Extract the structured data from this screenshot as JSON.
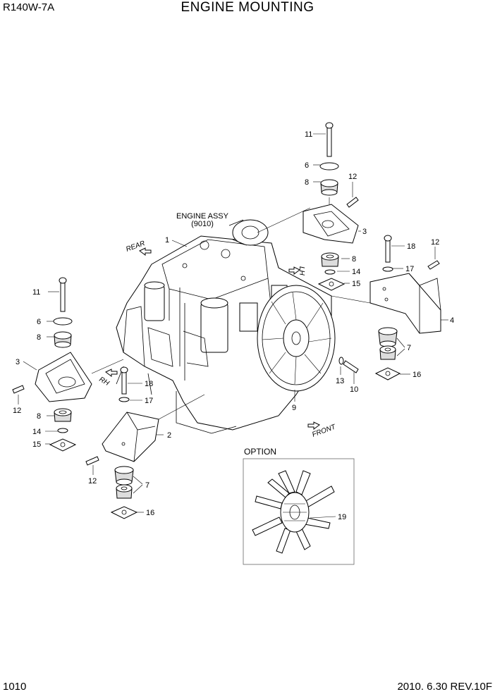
{
  "header": {
    "model": "R140W-7A",
    "title": "ENGINE MOUNTING"
  },
  "footer": {
    "page": "1010",
    "revision": "2010. 6.30  REV.10F"
  },
  "engine_label": {
    "line1": "ENGINE ASSY",
    "line2": "(9010)"
  },
  "directions": {
    "rear": "REAR",
    "lh": "LH",
    "rh": "RH",
    "front": "FRONT"
  },
  "option": {
    "label": "OPTION"
  },
  "callouts": {
    "c1": "1",
    "c2": "2",
    "c3a": "3",
    "c3b": "3",
    "c4": "4",
    "c6a": "6",
    "c6b": "6",
    "c7a": "7",
    "c7b": "7",
    "c8a": "8",
    "c8b": "8",
    "c8c": "8",
    "c8d": "8",
    "c9": "9",
    "c10": "10",
    "c11a": "11",
    "c11b": "11",
    "c12a": "12",
    "c12b": "12",
    "c12c": "12",
    "c12d": "12",
    "c13": "13",
    "c14a": "14",
    "c14b": "14",
    "c15a": "15",
    "c15b": "15",
    "c16a": "16",
    "c16b": "16",
    "c17a": "17",
    "c17b": "17",
    "c18a": "18",
    "c18b": "18",
    "c19": "19"
  },
  "icons": [
    "bolt-icon",
    "washer-icon",
    "rubber-mount-icon",
    "bracket-icon",
    "fan-icon",
    "engine-icon",
    "direction-arrow-icon"
  ]
}
